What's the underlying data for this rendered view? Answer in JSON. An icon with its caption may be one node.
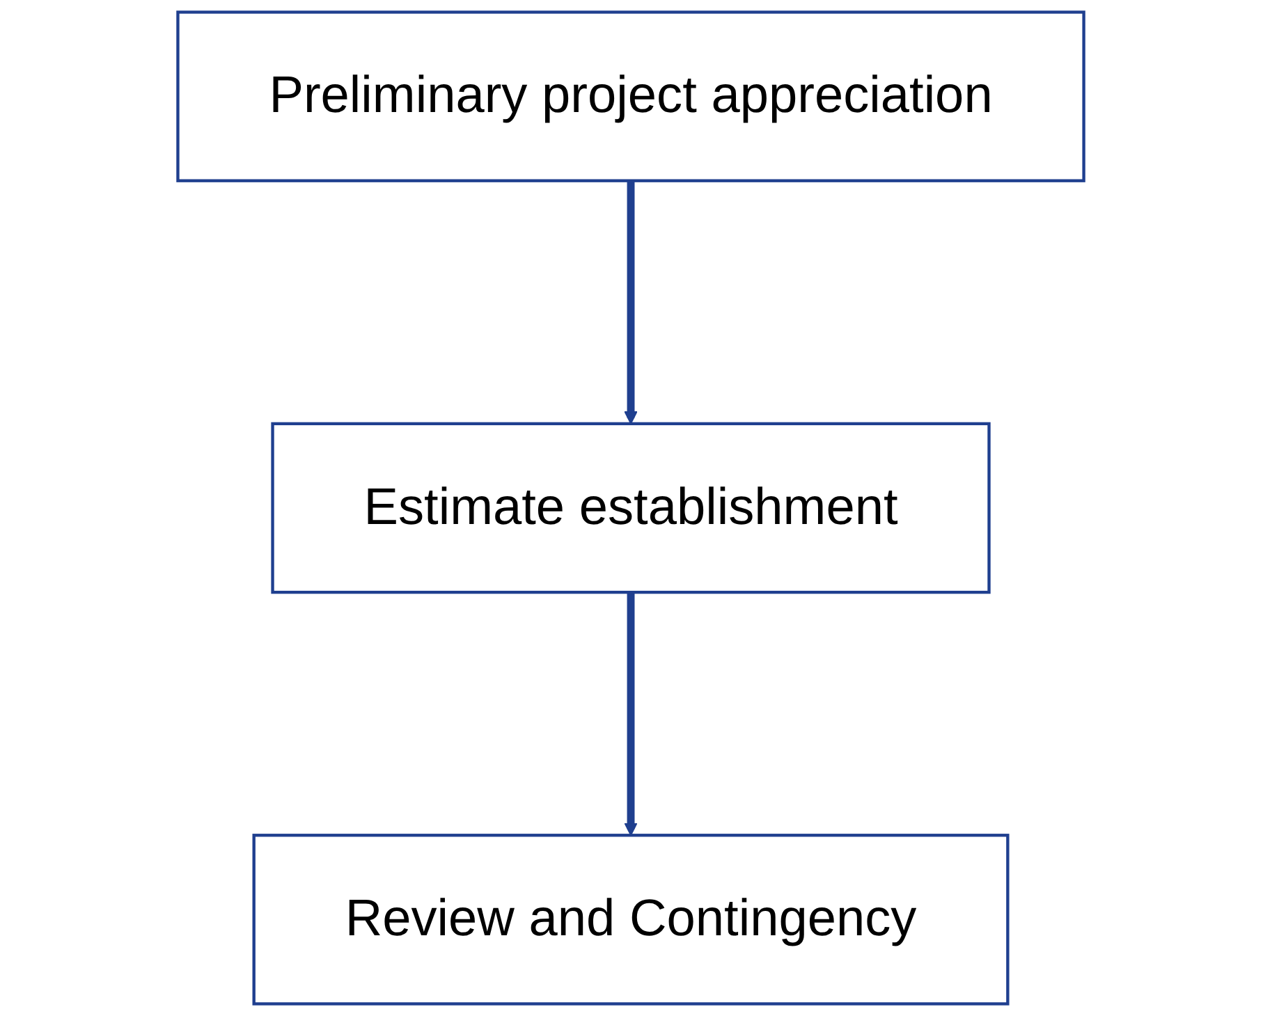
{
  "diagram": {
    "nodes": [
      {
        "text": [
          "Preliminary project appreciation"
        ]
      },
      {
        "text": [
          "Estimate establishment"
        ]
      },
      {
        "text": [
          "Review and Contingency"
        ]
      }
    ],
    "edges": [
      {
        "from": 0,
        "to": 1,
        "arrow": "to"
      },
      {
        "from": 1,
        "to": 2,
        "arrow": "to"
      }
    ]
  }
}
